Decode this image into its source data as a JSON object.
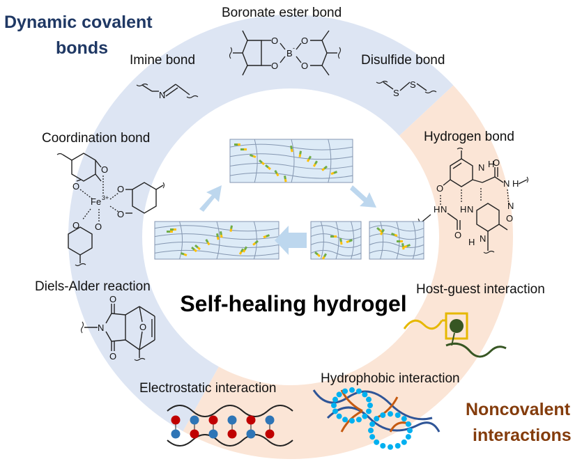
{
  "title": "Self-healing hydrogel",
  "categories": {
    "dynamic_covalent": {
      "line1": "Dynamic covalent",
      "line2": "bonds"
    },
    "noncovalent": {
      "line1": "Noncovalent",
      "line2": "interactions"
    }
  },
  "bond_labels": {
    "boronate": "Boronate ester bond",
    "imine": "Imine bond",
    "disulfide": "Disulfide bond",
    "coordination": "Coordination bond",
    "diels_alder": "Diels-Alder reaction",
    "hydrogen": "Hydrogen bond",
    "host_guest": "Host-guest interaction",
    "hydrophobic": "Hydrophobic interaction",
    "electrostatic": "Electrostatic interaction"
  },
  "atoms": {
    "O": "O",
    "B": "B",
    "minus": "-",
    "N": "N",
    "S": "S",
    "H": "H",
    "Fe": "Fe",
    "fe_charge": "3+",
    "plus": "+",
    "minus_sign": "−"
  },
  "colors": {
    "covalent_ring": "#dde5f3",
    "noncovalent_ring": "#fbe5d6",
    "covalent_text": "#1f3864",
    "noncovalent_text": "#843c0c",
    "arrow": "#bdd7ee",
    "gel_fill": "#ddebf7",
    "fiber": "#8496b0",
    "crosslink_green": "#70ad47",
    "crosslink_yellow": "#ffc000",
    "hydrophobic_dots": "#00b0f0",
    "core_orange": "#c55a11",
    "ion_red": "#c00000",
    "ion_blue": "#2e75b6",
    "host_yellow": "#e6b800",
    "host_green": "#375623"
  }
}
